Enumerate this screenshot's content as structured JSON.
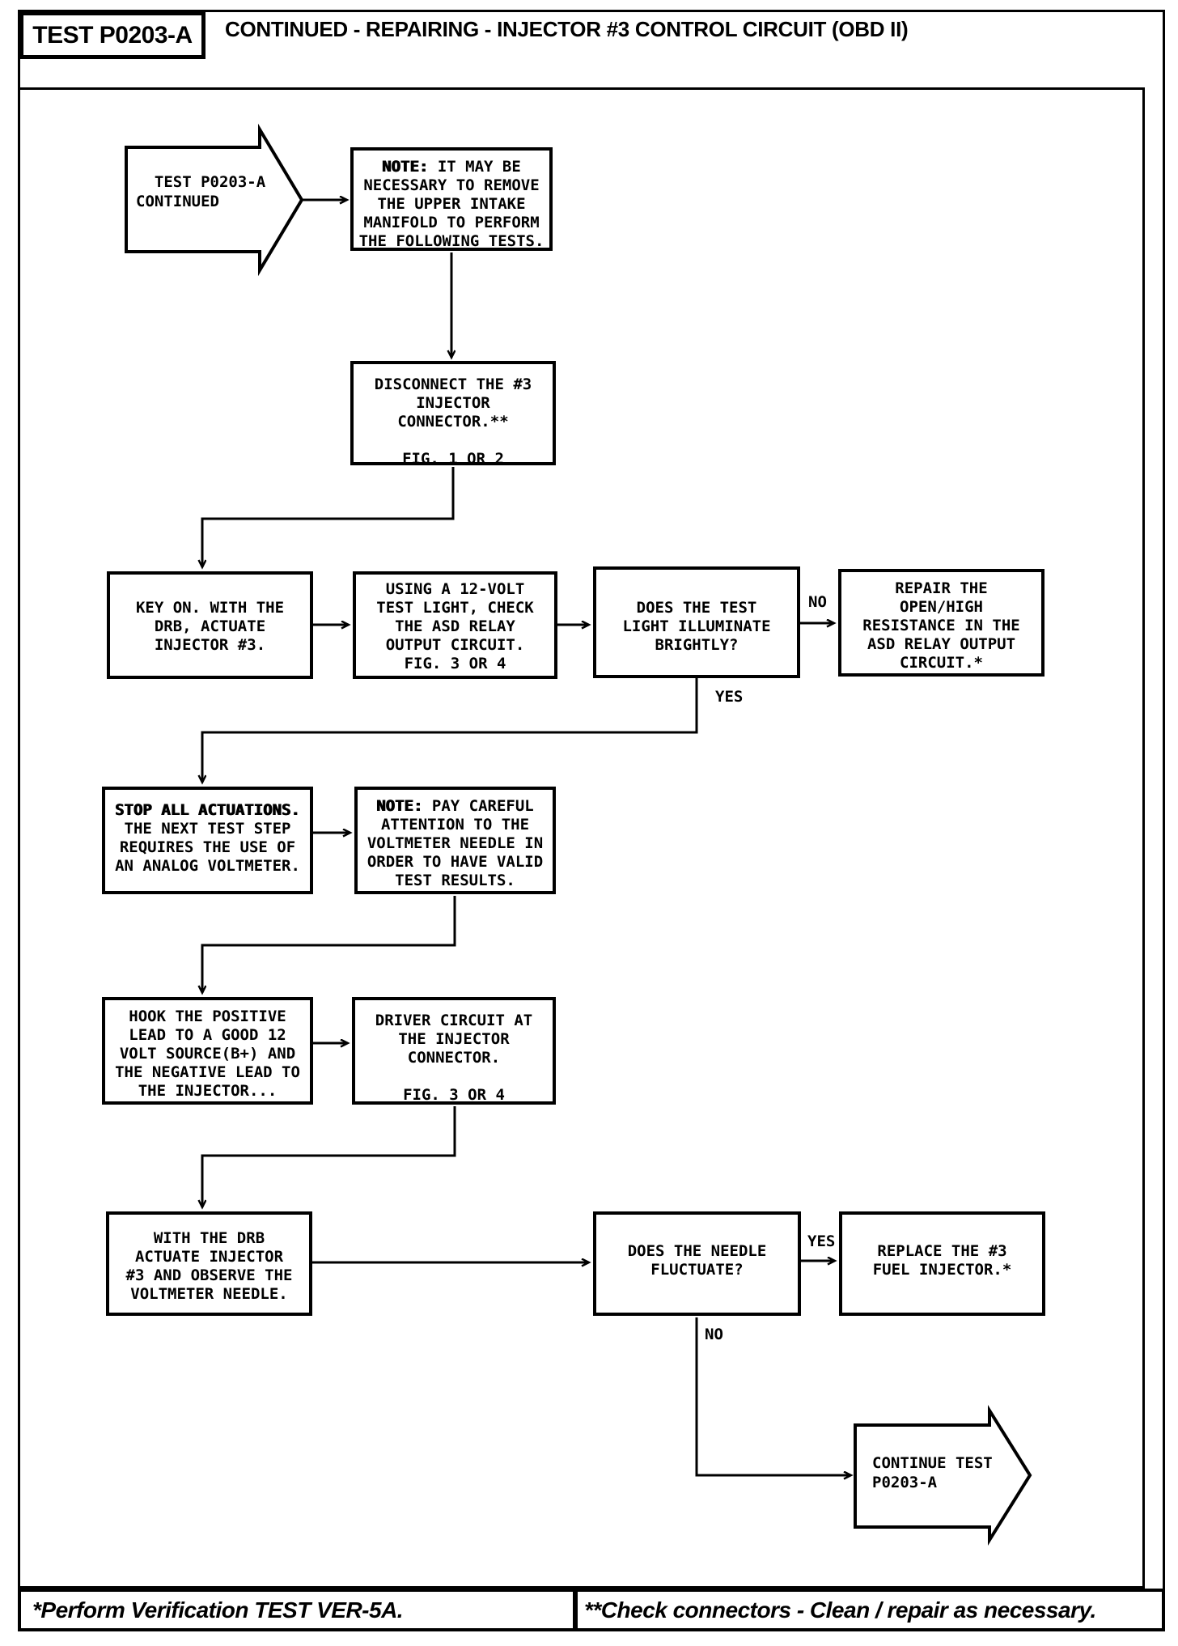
{
  "colors": {
    "ink": "#000000",
    "paper": "#ffffff"
  },
  "header": {
    "test_id": "TEST P0203-A",
    "title": "CONTINUED - REPAIRING - INJECTOR #3 CONTROL CIRCUIT (OBD II)"
  },
  "flowchart": {
    "start": "  TEST P0203-A\nCONTINUED",
    "note1": {
      "bold": "NOTE:",
      "rest": " IT MAY BE\nNECESSARY TO REMOVE\nTHE UPPER INTAKE\nMANIFOLD TO PERFORM\nTHE FOLLOWING TESTS."
    },
    "disconnect": "DISCONNECT THE #3\nINJECTOR\nCONNECTOR.**\n\nFIG. 1 OR 2",
    "key_on": "KEY ON. WITH THE\nDRB, ACTUATE\nINJECTOR #3.",
    "test_light": "USING A 12-VOLT\nTEST LIGHT, CHECK\nTHE ASD RELAY\nOUTPUT CIRCUIT.\nFIG. 3 OR 4",
    "q_light": "DOES THE TEST\nLIGHT ILLUMINATE\nBRIGHTLY?",
    "repair": "REPAIR THE\nOPEN/HIGH\nRESISTANCE IN THE\nASD RELAY OUTPUT\nCIRCUIT.*",
    "stop": {
      "bold": "STOP ALL ACTUATIONS.",
      "rest": "\nTHE NEXT TEST STEP\nREQUIRES THE USE OF\nAN ANALOG VOLTMETER."
    },
    "note2": {
      "bold": "NOTE:",
      "rest": " PAY CAREFUL\nATTENTION TO THE\nVOLTMETER NEEDLE IN\nORDER TO HAVE VALID\nTEST RESULTS."
    },
    "hook": "HOOK THE POSITIVE\nLEAD TO A GOOD 12\nVOLT SOURCE(B+) AND\nTHE NEGATIVE LEAD TO\nTHE INJECTOR...",
    "driver": "DRIVER CIRCUIT AT\nTHE INJECTOR\nCONNECTOR.\n\nFIG. 3 OR 4",
    "with_drb": "WITH THE DRB\nACTUATE INJECTOR\n#3 AND OBSERVE THE\nVOLTMETER NEEDLE.",
    "q_needle": "DOES THE NEEDLE\nFLUCTUATE?",
    "replace": "REPLACE THE #3\nFUEL INJECTOR.*",
    "continue": "CONTINUE TEST\nP0203-A",
    "labels": {
      "no1": "NO",
      "yes1": "YES",
      "yes2": "YES",
      "no2": "NO"
    }
  },
  "footer": {
    "left": "*Perform Verification TEST VER-5A.",
    "right": "**Check connectors - Clean / repair as necessary."
  }
}
